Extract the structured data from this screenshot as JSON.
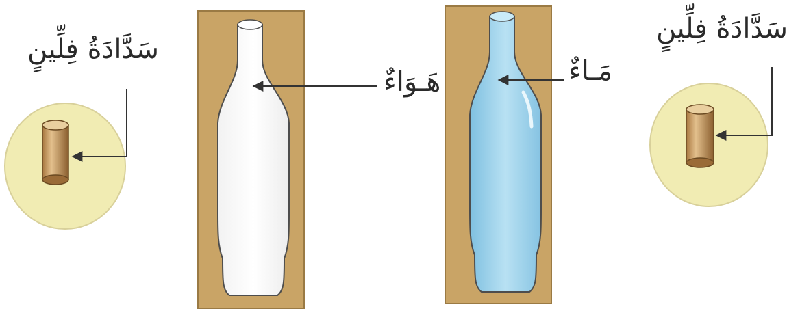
{
  "labels": {
    "cork_left": "سَدَّادَةُ فِلِّينٍ",
    "cork_right": "سَدَّادَةُ فِلِّينٍ",
    "air": "هَـوَاءٌ",
    "water": "مَـاءٌ"
  },
  "colors": {
    "panel": "#c9a466",
    "cork_circle": "#f1ecb3",
    "cork": "#c99a5f",
    "bottle_empty": "#ffffff",
    "bottle_water": "#a9d7ee",
    "arrow": "#333333"
  }
}
